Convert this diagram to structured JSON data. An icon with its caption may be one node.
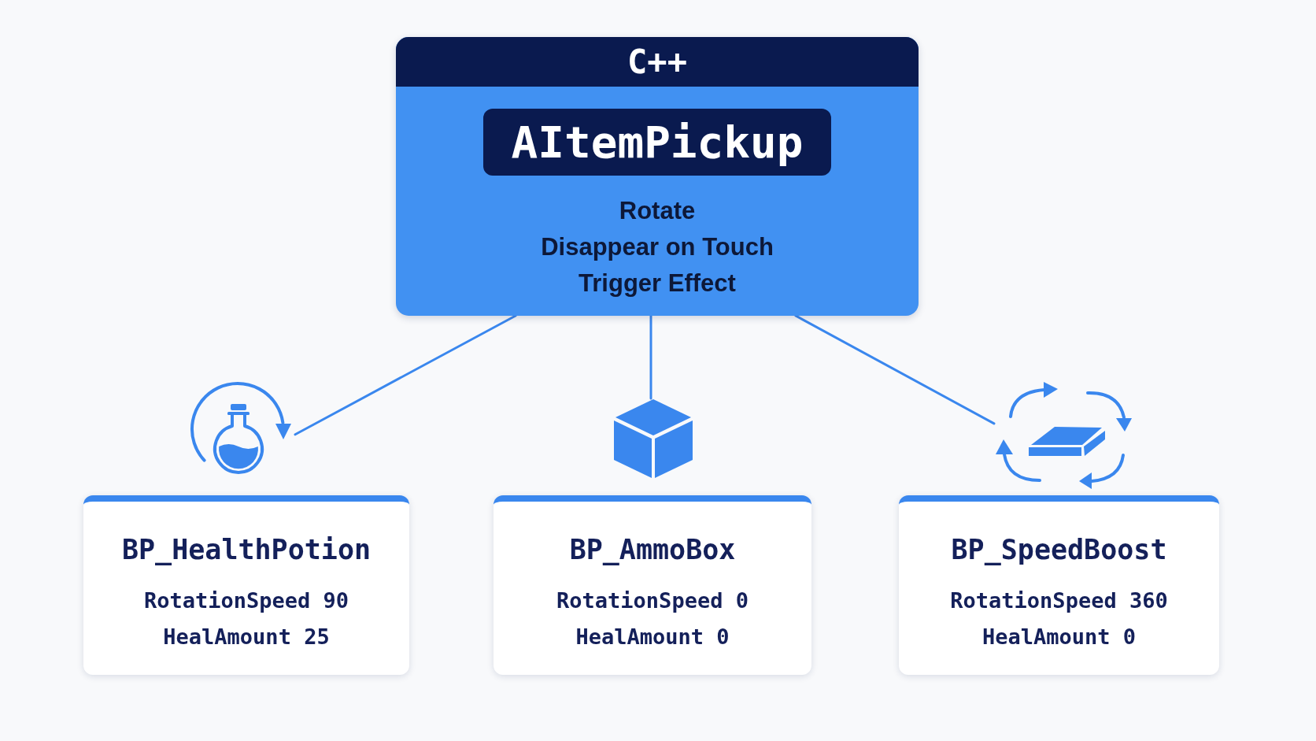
{
  "diagram": {
    "nodes": [
      {
        "text": [
          "C++",
          "Rotate",
          "Disappear on Touch",
          "Trigger Effect"
        ]
      },
      {
        "text": [
          "AItemPickup"
        ],
        "in": 0
      },
      {
        "text": [],
        "shape": "picture"
      },
      {
        "text": [],
        "shape": "picture"
      },
      {
        "text": [],
        "shape": "picture"
      },
      {
        "text": [
          "BP_HealthPotion",
          "RotationSpeed 90",
          "HealAmount 25"
        ]
      },
      {
        "text": [
          "BP_AmmoBox",
          "RotationSpeed 0",
          "HealAmount 0"
        ]
      },
      {
        "text": [
          "BP_SpeedBoost",
          "RotationSpeed 360",
          "HealAmount 0"
        ]
      }
    ],
    "edges": [
      {
        "from": 0,
        "to": 2,
        "arrow": "none"
      },
      {
        "from": 0,
        "to": 3,
        "arrow": "none"
      },
      {
        "from": 0,
        "to": 4,
        "arrow": "none"
      }
    ]
  }
}
